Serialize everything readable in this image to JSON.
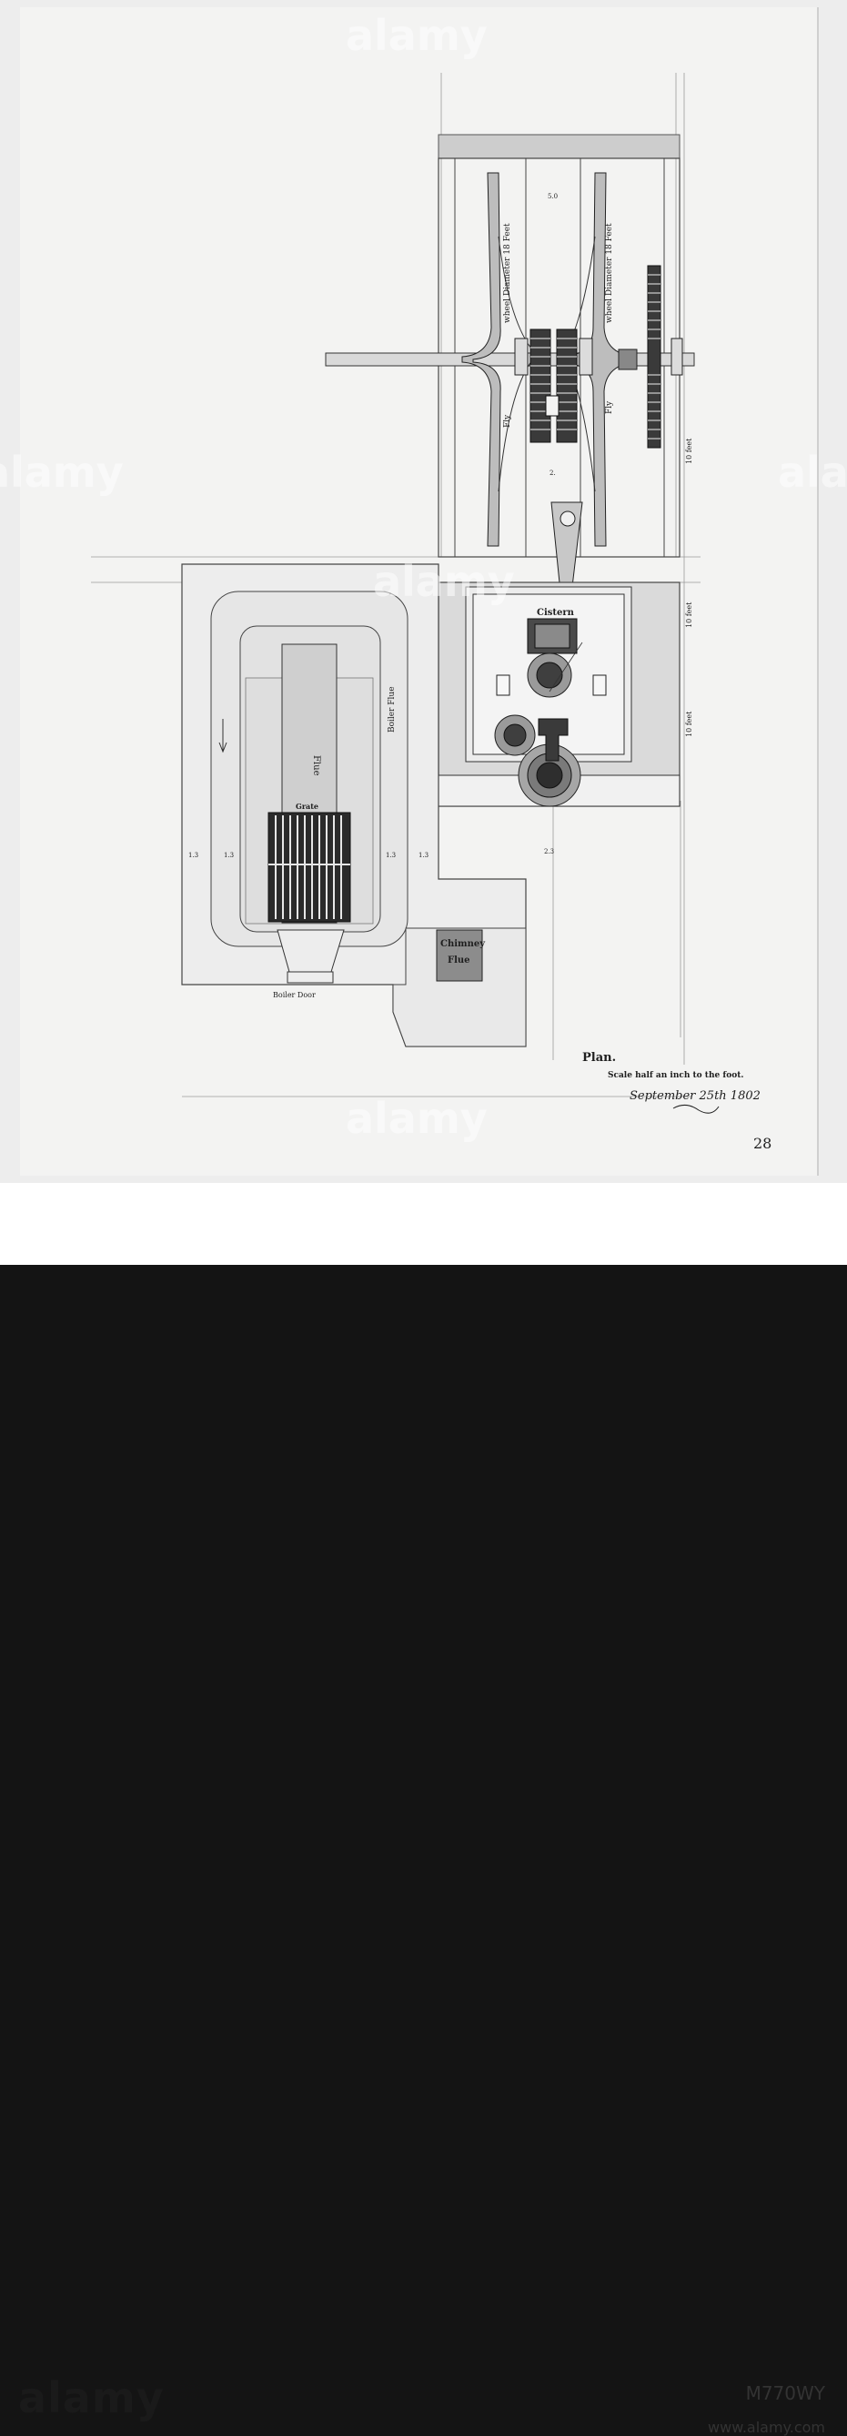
{
  "drawing": {
    "labels": {
      "fly_wheel_left": "wheel Diameter 18 Feet",
      "fly_left": "Fly",
      "fly_wheel_right": "wheel Diameter 18 Feet",
      "fly_right": "Fly",
      "dim_top": "5.0",
      "dim_mid": "2.",
      "cistern": "Cistern",
      "grate": "Grate",
      "flue": "Flue",
      "boiler_flue": "Boiler Flue",
      "chimney_1": "Chimney",
      "chimney_2": "Flue",
      "boiler_door": "Boiler Door",
      "dim_a": "1.3",
      "dim_b": "1.3",
      "dim_c": "1.3",
      "dim_d": "1.3",
      "dim_e": "2.3",
      "scale_1": "10 feet",
      "scale_2": "10 feet",
      "scale_3": "10 feet"
    },
    "caption": {
      "title": "Plan.",
      "scale": "Scale half an inch to the foot.",
      "date": "September 25th 1802"
    },
    "page_number": "28"
  },
  "watermark": {
    "text": "alamy"
  },
  "footer": {
    "logo": "alamy",
    "image_id": "M770WY",
    "url": "www.alamy.com"
  },
  "colors": {
    "ink": "#1e1e1e",
    "paper": "#f3f3f2",
    "wash": "#cfcfcf",
    "dark_wash": "#8c8c8c"
  }
}
